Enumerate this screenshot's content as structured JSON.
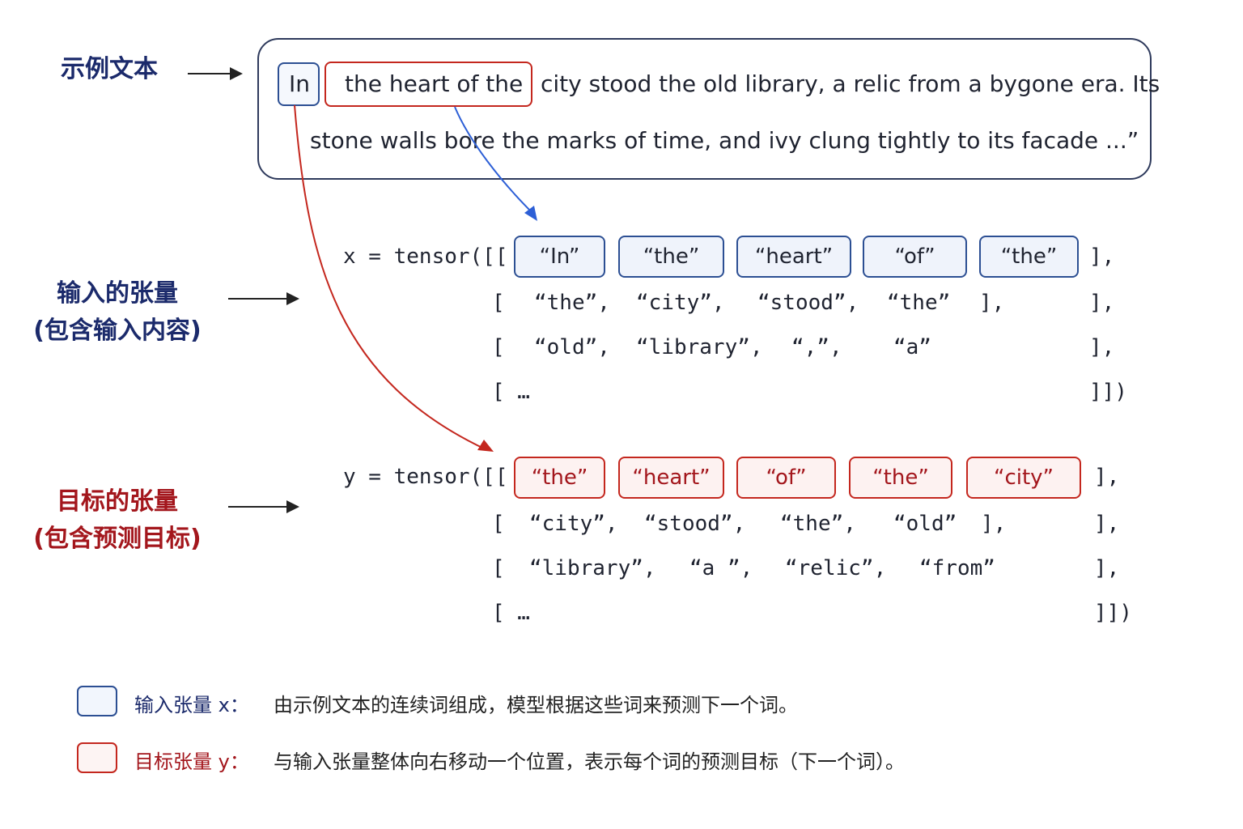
{
  "labels": {
    "sample_text": "示例文本",
    "input_tensor": "输入的张量",
    "input_tensor_sub": "(包含输入内容)",
    "target_tensor": "目标的张量",
    "target_tensor_sub": "(包含预测目标)"
  },
  "sample": {
    "first_word": "In",
    "highlight": "the heart of the",
    "line1_rest": "city stood the old library, a relic from a bygone era. Its",
    "line2": "stone walls bore the marks of time, and ivy clung tightly to its facade ...”"
  },
  "x_tensor": {
    "prefix": "x = tensor([[",
    "row1_tokens": [
      "“In”",
      "“the”",
      "“heart”",
      "“of”",
      "“the”"
    ],
    "row1_end": "],",
    "row2": {
      "open": "[",
      "cells": [
        "“the”,",
        "“city”,",
        "“stood”,",
        "“the”"
      ],
      "inner_close": "],",
      "close": "],"
    },
    "row3": {
      "open": "[",
      "cells": [
        "“old”,",
        "“library”,",
        "“,”,",
        "“a”"
      ],
      "close": "],"
    },
    "row4": {
      "open": "[ …",
      "close": "]])"
    }
  },
  "y_tensor": {
    "prefix": "y = tensor([[",
    "row1_tokens": [
      "“the”",
      "“heart”",
      "“of”",
      "“the”",
      "“city”"
    ],
    "row1_end": "],",
    "row2": {
      "open": "[",
      "cells": [
        "“city”,",
        "“stood”,",
        "“the”,",
        "“old”"
      ],
      "inner_close": "],",
      "close": "],"
    },
    "row3": {
      "open": "[",
      "cells": [
        "“library”,",
        "“a ”,",
        "“relic”,",
        "“from”"
      ],
      "close": "],"
    },
    "row4": {
      "open": "[ …",
      "close": "]])"
    }
  },
  "legend": {
    "x_name": "输入张量 x：",
    "x_desc": "由示例文本的连续词组成，模型根据这些词来预测下一个词。",
    "y_name": "目标张量 y：",
    "y_desc": "与输入张量整体向右移动一个位置，表示每个词的预测目标（下一个词）。"
  },
  "colors": {
    "navy": "#1b2a6b",
    "blue": "#2c4f93",
    "red": "#c4271e",
    "dark_red": "#a3161c"
  }
}
